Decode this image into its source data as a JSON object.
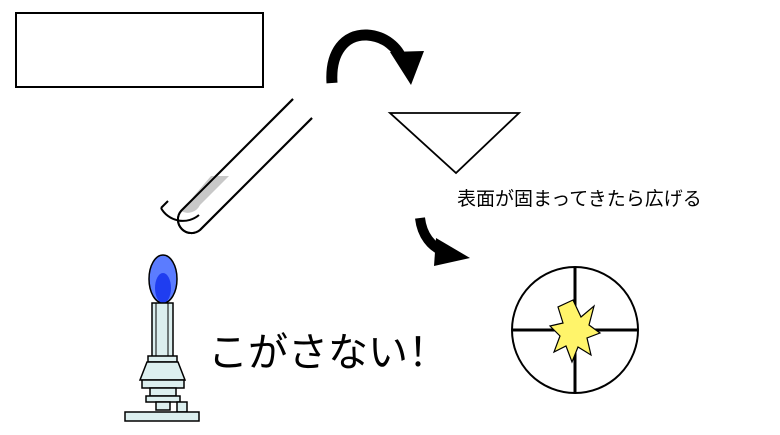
{
  "labels": {
    "surface_instruction": "表面が固まってきたら広げる",
    "warning": "こがさない！"
  },
  "colors": {
    "flame_outer": "#5b7cff",
    "flame_inner": "#1f3df0",
    "burner_body": "#dcefef",
    "liquid": "#c8c8c8",
    "spark": "#fff46a",
    "outline": "#000000"
  },
  "icons": {
    "blank_label_box": "empty-rectangle",
    "test_tube": "test-tube-icon",
    "curved_arrow": "curved-arrow-icon",
    "evaporating_dish": "triangle-dish-icon",
    "down_arrow": "curved-down-arrow-icon",
    "crosshair_target": "crosshair-circle-icon",
    "burner": "bunsen-burner-icon"
  }
}
